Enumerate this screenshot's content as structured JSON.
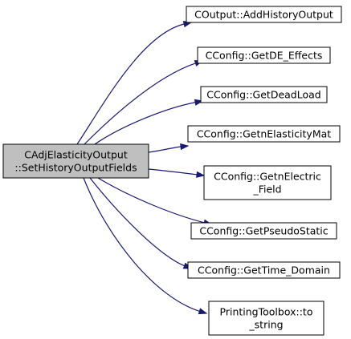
{
  "graph": {
    "root": {
      "id": "root",
      "lines": [
        "CAdjElasticityOutput",
        "::SetHistoryOutputFields"
      ]
    },
    "callees": [
      {
        "id": "add-history-output",
        "lines": [
          "COutput::AddHistoryOutput"
        ]
      },
      {
        "id": "get-de-effects",
        "lines": [
          "CConfig::GetDE_Effects"
        ]
      },
      {
        "id": "get-dead-load",
        "lines": [
          "CConfig::GetDeadLoad"
        ]
      },
      {
        "id": "getn-elasticity-mat",
        "lines": [
          "CConfig::GetnElasticityMat"
        ]
      },
      {
        "id": "getn-electric-field",
        "lines": [
          "CConfig::GetnElectric",
          "_Field"
        ]
      },
      {
        "id": "get-pseudo-static",
        "lines": [
          "CConfig::GetPseudoStatic"
        ]
      },
      {
        "id": "get-time-domain",
        "lines": [
          "CConfig::GetTime_Domain"
        ]
      },
      {
        "id": "to-string",
        "lines": [
          "PrintingToolbox::to",
          "_string"
        ]
      }
    ],
    "colors": {
      "edge": "#191970",
      "root_fill": "#bfbfbf",
      "node_fill": "#ffffff",
      "border": "#000000"
    }
  }
}
